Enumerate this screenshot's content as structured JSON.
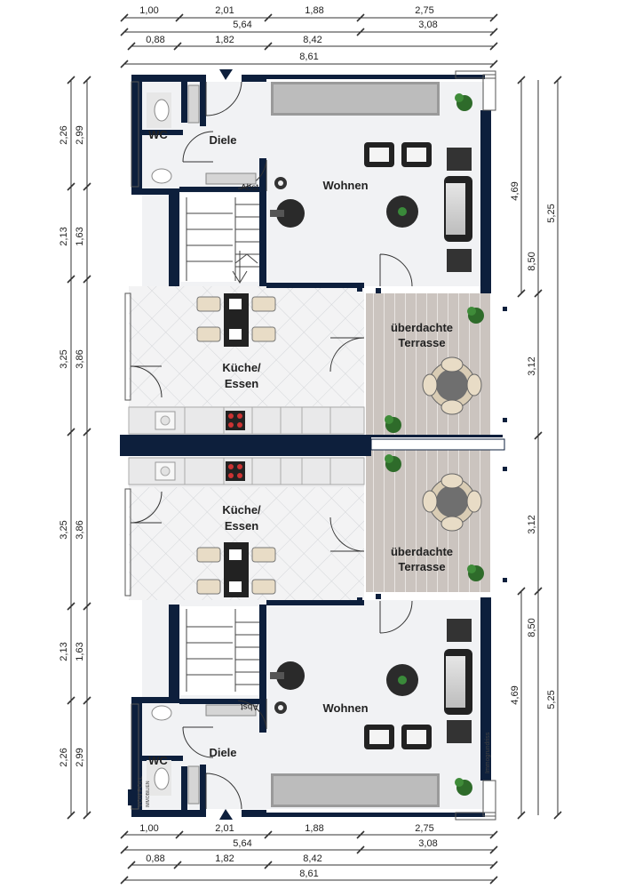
{
  "top_dims": {
    "row1": [
      "1,00",
      "2,01",
      "1,88",
      "2,75"
    ],
    "row2": [
      "5,64",
      "3,08"
    ],
    "row3": [
      "0,88",
      "1,82",
      "8,42"
    ],
    "row4": [
      "8,61"
    ]
  },
  "bottom_dims": {
    "row1": [
      "1,00",
      "2,01",
      "1,88",
      "2,75"
    ],
    "row2": [
      "5,64",
      "3,08"
    ],
    "row3": [
      "0,88",
      "1,82",
      "8,42"
    ],
    "row4": [
      "8,61"
    ]
  },
  "left_dims": {
    "outer": [
      "2,26",
      "2,13",
      "3,25",
      "3,25",
      "2,13",
      "2,26"
    ],
    "inner": [
      "2,99",
      "1,63",
      "3,86",
      "3,86",
      "1,63",
      "2,99"
    ]
  },
  "right_dims": {
    "inner": [
      "4,69",
      "3,12",
      "3,12",
      "4,69"
    ],
    "middle": [
      "8,50",
      "8,50"
    ],
    "outer": [
      "5,25",
      "5,25"
    ]
  },
  "rooms_top": {
    "wc": "WC",
    "diele": "Diele",
    "abst": "Abst",
    "wohnen": "Wohnen",
    "kueche_line1": "Küche/",
    "kueche_line2": "Essen",
    "terrasse_line1": "überdachte",
    "terrasse_line2": "Terrasse"
  },
  "rooms_bottom": {
    "wc": "WC",
    "diele": "Diele",
    "abst": "Abst",
    "wohnen": "Wohnen",
    "kueche_line1": "Küche/",
    "kueche_line2": "Essen",
    "terrasse_line1": "überdachte",
    "terrasse_line2": "Terrasse"
  },
  "watermark": "Immogrundriss",
  "logo": {
    "line1": "VON POLL",
    "line2": "IMMOBILIEN"
  },
  "colors": {
    "wall": "#0d1f3c",
    "floor": "#f1f2f4",
    "terrace": "#c9c2bd",
    "tile_line": "#d4d6d9"
  }
}
